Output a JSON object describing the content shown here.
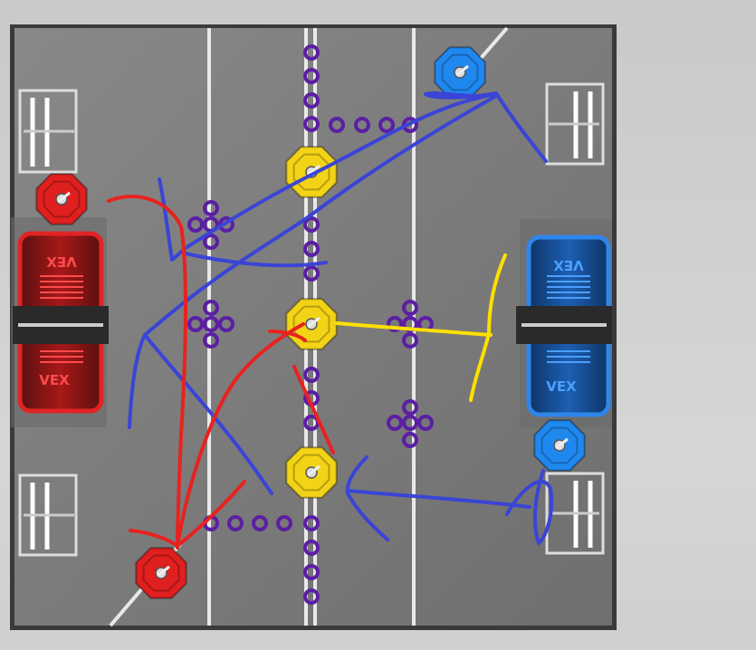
{
  "field": {
    "game": "VEX",
    "tile_color": "#7b7b7b",
    "outer_color": "#3c3c3c"
  },
  "platforms": {
    "red": {
      "color": "#e02424",
      "logo": "VEX",
      "logo_mirrored": "VEX"
    },
    "blue": {
      "color": "#2f86ea",
      "logo": "VEX",
      "logo_mirrored": "VEX"
    }
  },
  "mobile_goals": {
    "red_color": "#e01f1f",
    "blue_color": "#1f88ef",
    "yellow_color": "#f2d316",
    "counts": {
      "red": 2,
      "blue": 2,
      "yellow": 3
    }
  },
  "rings": {
    "color": "#5b1fa3"
  },
  "annotations": {
    "red_color": "#e8221f",
    "blue_color": "#3a44d6",
    "yellow_color": "#ffe000"
  },
  "icons": [
    "platform-icon",
    "goal-icon",
    "ring-icon",
    "goal-rack-icon"
  ]
}
